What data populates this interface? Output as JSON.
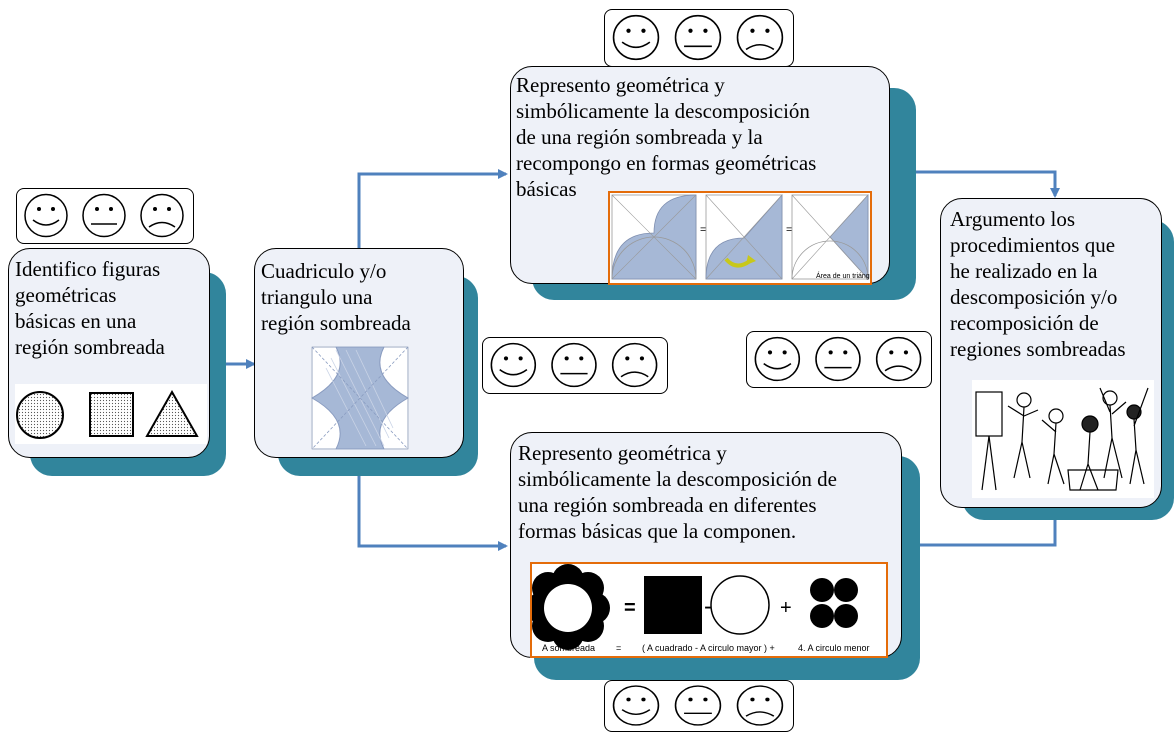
{
  "boxes": {
    "identify": "Identifico figuras geométricas básicas en una región sombreada",
    "grid": "Cuadriculo y/o triangulo una región sombreada",
    "top": "Represento geométrica y simbólicamente la descomposición de una región sombreada y la recompongo en formas geométricas básicas",
    "bottom": "Represento geométrica y simbólicamente la descomposición de una región sombreada en diferentes formas básicas que la componen.",
    "argue": "Argumento los procedimientos que he realizado en la descomposición y/o recomposición de regiones sombreadas"
  },
  "lines": {
    "identify": [
      "Identifico figuras",
      "geométricas",
      "básicas en una",
      "región sombreada"
    ],
    "grid": [
      "Cuadriculo y/o",
      "triangulo una",
      "región  sombreada"
    ],
    "top": [
      "Represento geométrica y",
      "simbólicamente la descomposición",
      "de una región sombreada y la",
      "recompongo en formas geométricas",
      "básicas"
    ],
    "bottom": [
      "Represento geométrica y",
      "simbólicamente la descomposición de",
      "una región sombreada en diferentes",
      "formas básicas que la componen."
    ],
    "argue": [
      "Argumento los",
      "procedimientos que",
      "he realizado en la",
      "descomposición y/o",
      "recomposición de",
      "regiones sombreadas"
    ]
  },
  "top_figure": {
    "equals_1": "=",
    "equals_2": "=",
    "caption": "Área de un triángulo"
  },
  "bottom_figure": {
    "equals": "=",
    "minus": "-",
    "plus": "+",
    "caption_a": "A sombreada",
    "caption_eq": "=",
    "caption_b": "( A cuadrado  -  A circulo mayor ) +",
    "caption_c": "4. A circulo menor"
  },
  "colors": {
    "shadow": "#31859c",
    "card_fill": "#eef1f8",
    "arrow": "#4f81bd",
    "figure_border": "#e46c0a",
    "shade": "#a6b8d6"
  },
  "icons": [
    "smiley-happy-icon",
    "smiley-neutral-icon",
    "smiley-sad-icon"
  ]
}
